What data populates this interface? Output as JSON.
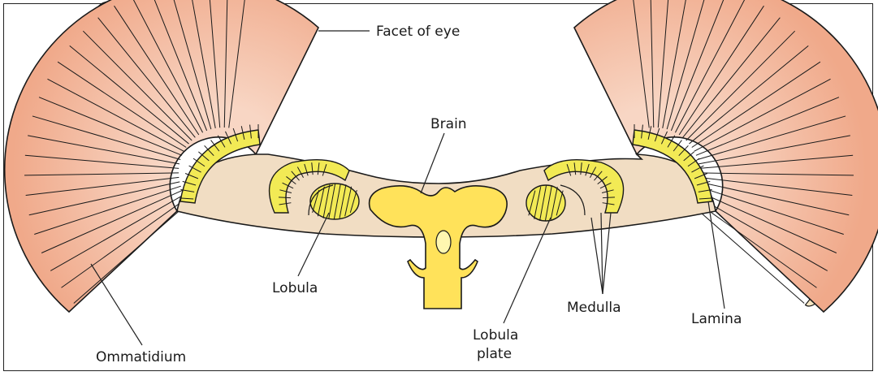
{
  "labels": {
    "facet": "Facet of eye",
    "brain": "Brain",
    "lobula": "Lobula",
    "ommatidium": "Ommatidium",
    "lobula_plate_1": "Lobula",
    "lobula_plate_2": "plate",
    "medulla": "Medulla",
    "lamina": "Lamina"
  },
  "colors": {
    "ommatidia": "#f0b59a",
    "ommatidia_light": "#f8d6c4",
    "facet": "#f6e6c2",
    "tissue": "#f1ddc3",
    "neuropil": "#f2ea55",
    "brain": "#ffe25a",
    "outline": "#1a1a1a"
  }
}
